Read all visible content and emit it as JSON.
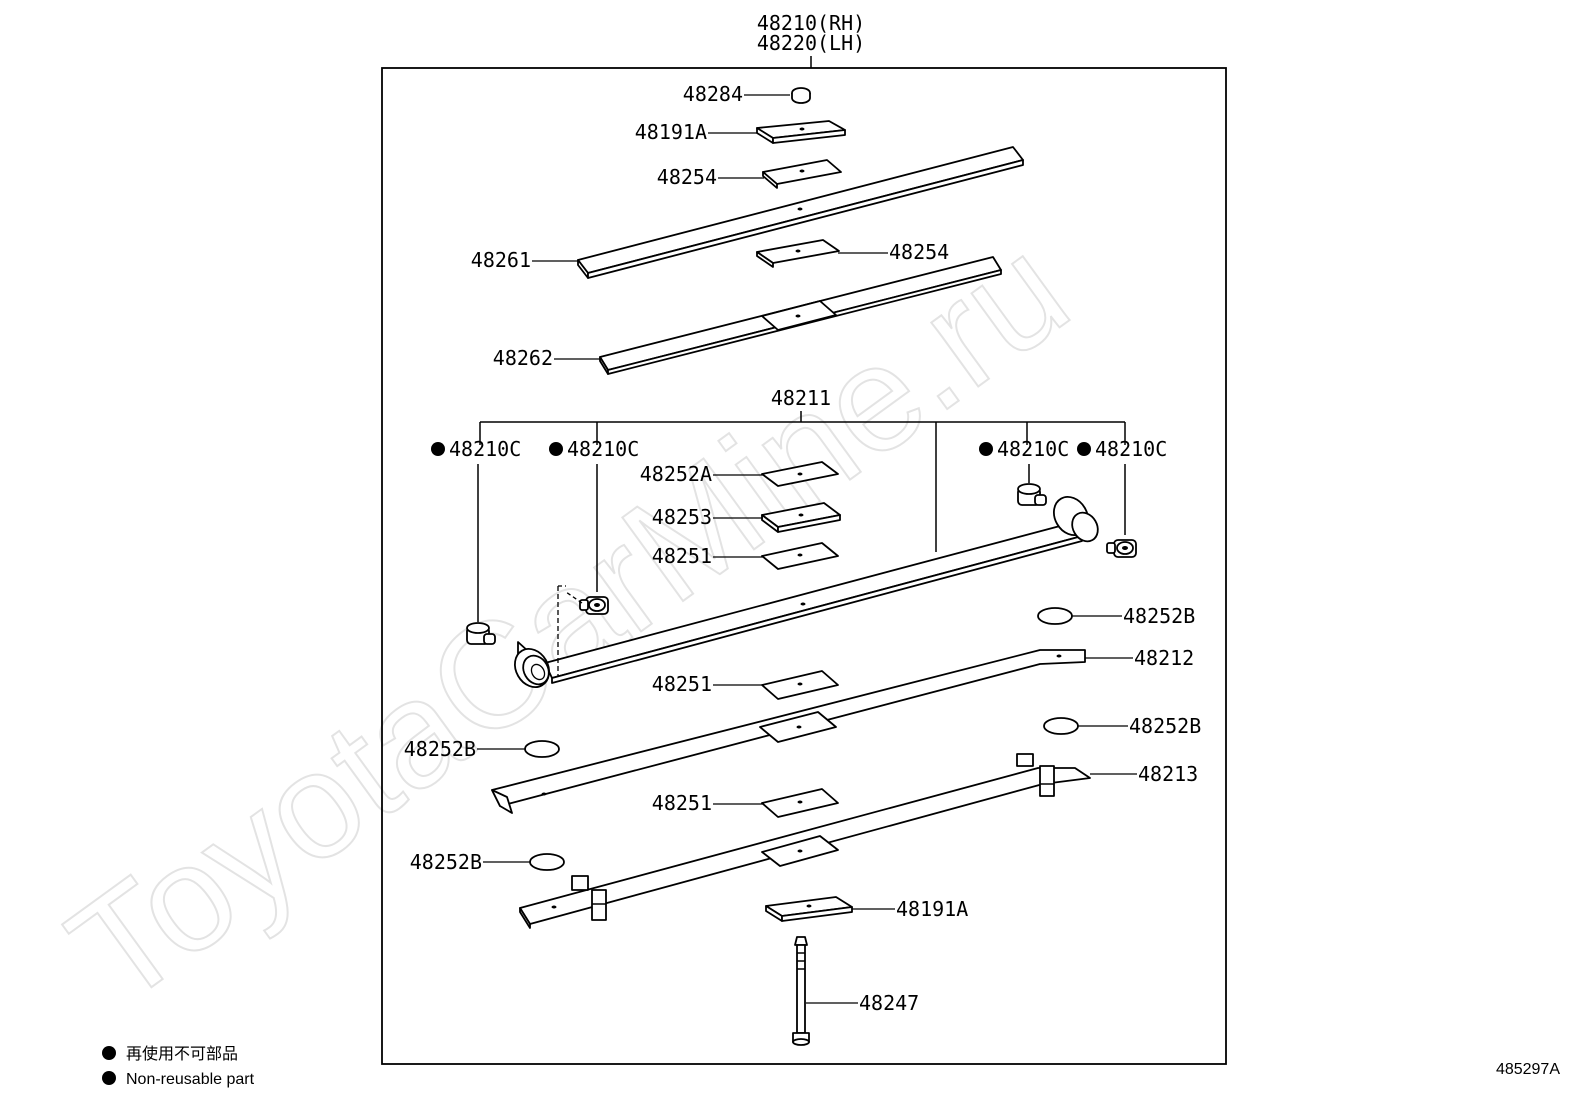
{
  "watermark": "ToyotaCarMine.ru",
  "header": {
    "line1": "48210(RH)",
    "line2": "48220(LH)"
  },
  "labels": {
    "p48284": "48284",
    "p48191A_top": "48191A",
    "p48254_top": "48254",
    "p48261": "48261",
    "p48254_mid": "48254",
    "p48262": "48262",
    "p48211": "48211",
    "p48210C_1": "48210C",
    "p48210C_2": "48210C",
    "p48210C_3": "48210C",
    "p48210C_4": "48210C",
    "p48252A": "48252A",
    "p48253": "48253",
    "p48251_a": "48251",
    "p48252B_1": "48252B",
    "p48212": "48212",
    "p48251_b": "48251",
    "p48252B_2": "48252B",
    "p48252B_3": "48252B",
    "p48213": "48213",
    "p48251_c": "48251",
    "p48252B_4": "48252B",
    "p48191A_bot": "48191A",
    "p48247": "48247"
  },
  "legend": {
    "japanese": "再使用不可部品",
    "english": "Non-reusable part"
  },
  "diagram_code": "485297A"
}
